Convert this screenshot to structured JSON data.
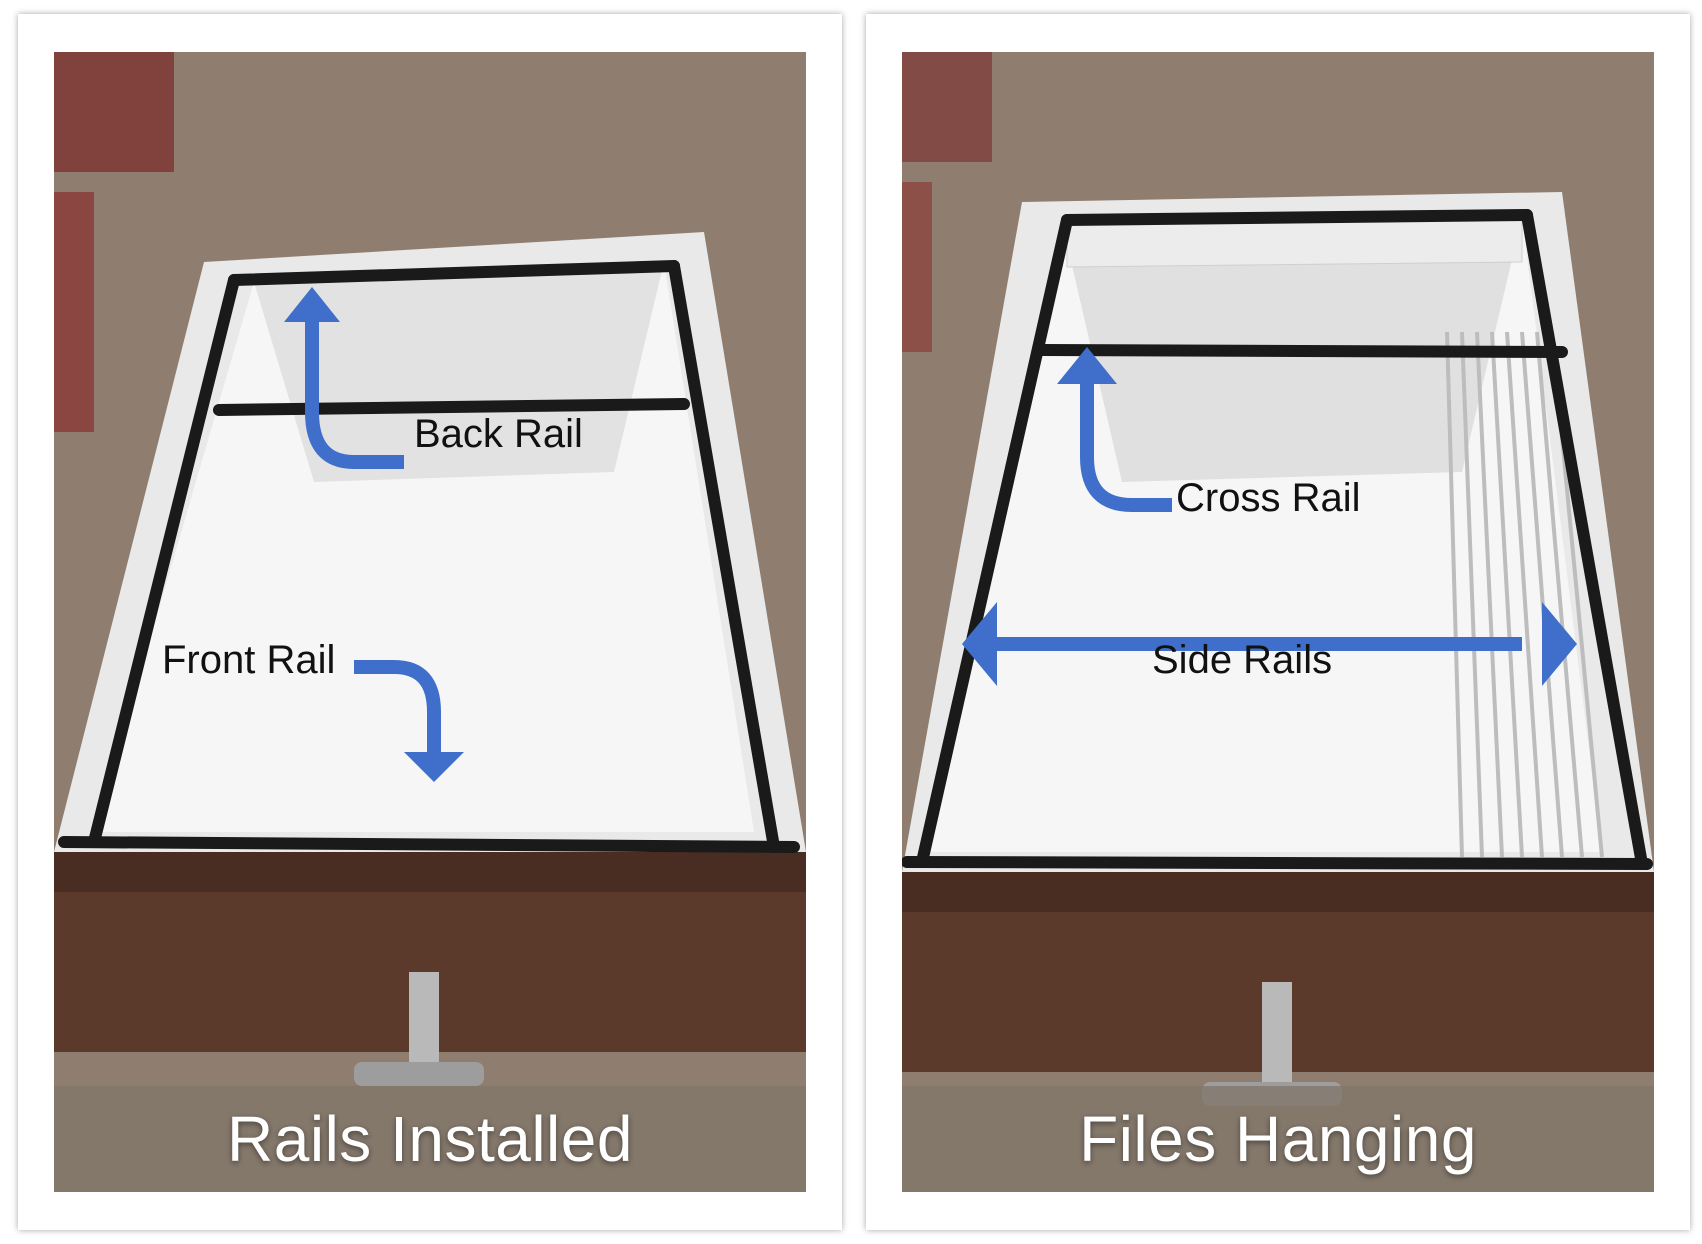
{
  "panels": {
    "left": {
      "caption": "Rails Installed",
      "labels": {
        "back_rail": "Back Rail",
        "front_rail": "Front Rail"
      }
    },
    "right": {
      "caption": "Files Hanging",
      "labels": {
        "cross_rail": "Cross Rail",
        "side_rails": "Side Rails"
      }
    }
  },
  "colors": {
    "arrow": "#3f6fca",
    "rail": "#1a1a1a",
    "drawer_wood": "#5b3a2c",
    "carpet": "#8f7e70",
    "drawer_interior": "#f4f4f4"
  }
}
